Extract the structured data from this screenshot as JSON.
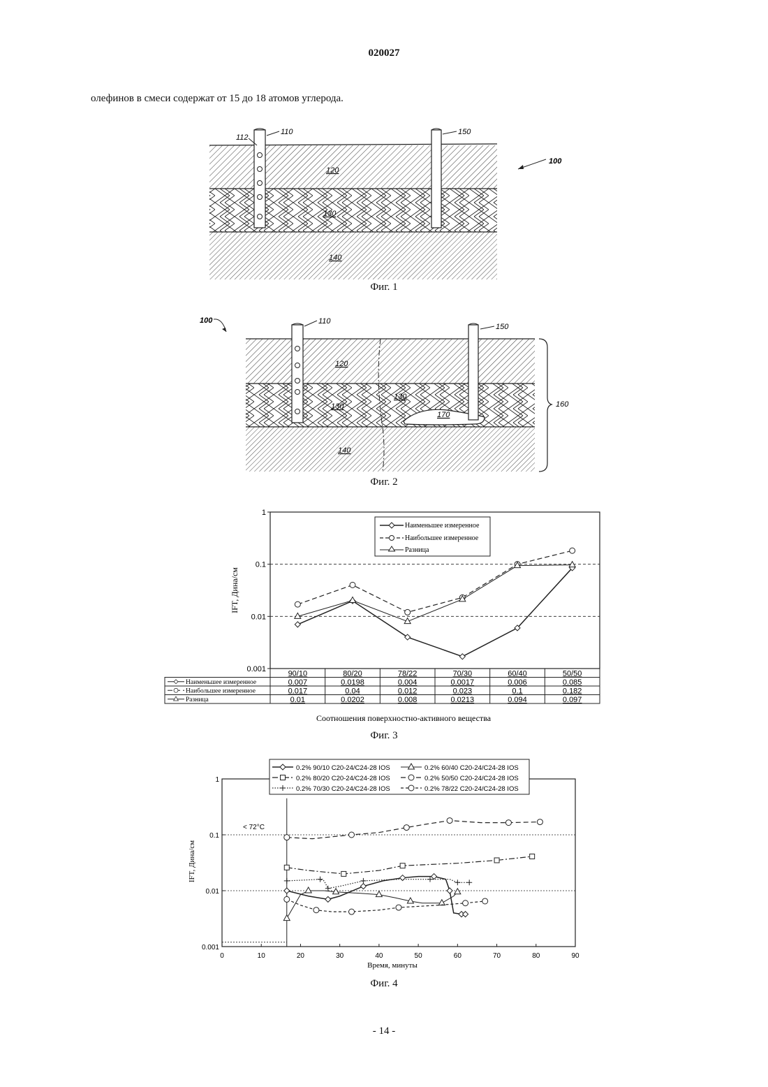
{
  "header": {
    "doc_number": "020027"
  },
  "intro_text": "олефинов в смеси содержат от 15 до 18 атомов углерода.",
  "fig1": {
    "caption": "Фиг. 1",
    "labels": {
      "well_left": "110",
      "perforation": "112",
      "well_right": "150",
      "system": "100",
      "layer_top": "120",
      "layer_mid": "130",
      "layer_bottom": "140"
    }
  },
  "fig2": {
    "caption": "Фиг. 2",
    "labels": {
      "system": "100",
      "well_left": "110",
      "well_right": "150",
      "layer_top": "120",
      "layer_mid_left": "130",
      "layer_mid_right": "130",
      "layer_bottom": "140",
      "bracket": "160",
      "plume": "170"
    }
  },
  "fig3": {
    "caption": "Фиг. 3",
    "chart_data": {
      "type": "line",
      "ylabel": "IFT, Дина/см",
      "xlabel": "Соотношения поверхностно-активного вещества",
      "y_scale": "log",
      "ylim": [
        0.001,
        1
      ],
      "y_ticks": [
        "1",
        "0.1",
        "0.01",
        "0.001"
      ],
      "categories": [
        "90/10",
        "80/20",
        "78/22",
        "70/30",
        "60/40",
        "50/50"
      ],
      "legend_position": "top-center",
      "series": [
        {
          "name": "Наименьшее измеренное",
          "marker": "diamond",
          "style": "solid",
          "values": [
            0.007,
            0.0198,
            0.004,
            0.0017,
            0.006,
            0.085
          ],
          "table_values": [
            "0.007",
            "0.0198",
            "0.004",
            "0.0017",
            "0.006",
            "0.085"
          ]
        },
        {
          "name": "Наибольшее измеренное",
          "marker": "circle",
          "style": "dashed",
          "values": [
            0.017,
            0.04,
            0.012,
            0.023,
            0.1,
            0.182
          ],
          "table_values": [
            "0.017",
            "0.04",
            "0.012",
            "0.023",
            "0.1",
            "0.182"
          ]
        },
        {
          "name": "Разница",
          "marker": "triangle",
          "style": "thin-solid",
          "values": [
            0.01,
            0.0202,
            0.008,
            0.0213,
            0.094,
            0.097
          ],
          "table_values": [
            "0.01",
            "0.0202",
            "0.008",
            "0.0213",
            "0.094",
            "0.097"
          ]
        }
      ],
      "table_series_labels": [
        "Наименьшее измеренное",
        "Наибольшее измеренное",
        "Разница"
      ]
    }
  },
  "fig4": {
    "caption": "Фиг. 4",
    "chart_data": {
      "type": "line",
      "ylabel": "IFT, Дина/см",
      "xlabel": "Время, минуты",
      "y_scale": "log",
      "ylim": [
        0.001,
        1
      ],
      "xlim": [
        0,
        90
      ],
      "x_ticks": [
        "0",
        "10",
        "20",
        "30",
        "40",
        "50",
        "60",
        "70",
        "80",
        "90"
      ],
      "y_ticks": [
        "1",
        "0.1",
        "0.01",
        "0.001"
      ],
      "annotation": "< 72°C",
      "legend_position": "top",
      "series": [
        {
          "name": "0.2% 90/10 C20-24/C24-28 IOS",
          "marker": "diamond",
          "style": "solid",
          "points": [
            [
              16.5,
              0.01
            ],
            [
              22,
              0.008
            ],
            [
              27,
              0.007
            ],
            [
              30,
              0.008
            ],
            [
              36,
              0.012
            ],
            [
              41,
              0.015
            ],
            [
              46,
              0.017
            ],
            [
              50,
              0.018
            ],
            [
              54,
              0.018
            ],
            [
              57,
              0.016
            ],
            [
              58,
              0.01
            ],
            [
              59,
              0.004
            ],
            [
              61,
              0.0038
            ],
            [
              62,
              0.0038
            ]
          ]
        },
        {
          "name": "0.2% 60/40 C20-24/C24-28 IOS",
          "marker": "triangle",
          "style": "thin-solid",
          "points": [
            [
              16.5,
              0.0032
            ],
            [
              20,
              0.0085
            ],
            [
              22,
              0.01
            ],
            [
              26,
              0.01
            ],
            [
              29,
              0.0095
            ],
            [
              35,
              0.009
            ],
            [
              40,
              0.0085
            ],
            [
              44,
              0.0075
            ],
            [
              48,
              0.0065
            ],
            [
              51,
              0.006
            ],
            [
              56,
              0.006
            ],
            [
              59,
              0.008
            ],
            [
              60,
              0.0095
            ]
          ]
        },
        {
          "name": "0.2% 80/20 C20-24/C24-28 IOS",
          "marker": "square",
          "style": "dash-dot",
          "points": [
            [
              16.5,
              0.026
            ],
            [
              22,
              0.023
            ],
            [
              31,
              0.02
            ],
            [
              40,
              0.023
            ],
            [
              46,
              0.028
            ],
            [
              60,
              0.031
            ],
            [
              70,
              0.035
            ],
            [
              79,
              0.041
            ]
          ]
        },
        {
          "name": "0.2% 50/50 C20-24/C24-28 IOS",
          "marker": "circle",
          "style": "dashed",
          "points": [
            [
              16.5,
              0.09
            ],
            [
              23,
              0.085
            ],
            [
              33,
              0.1
            ],
            [
              40,
              0.11
            ],
            [
              47,
              0.135
            ],
            [
              52,
              0.155
            ],
            [
              58,
              0.18
            ],
            [
              66,
              0.165
            ],
            [
              73,
              0.165
            ],
            [
              81,
              0.17
            ]
          ]
        },
        {
          "name": "0.2% 70/30 C20-24/C24-28 IOS",
          "marker": "plus",
          "style": "dotted",
          "points": [
            [
              16.5,
              0.015
            ],
            [
              21,
              0.0155
            ],
            [
              25,
              0.016
            ],
            [
              26,
              0.015
            ],
            [
              27,
              0.011
            ],
            [
              30,
              0.012
            ],
            [
              36,
              0.015
            ],
            [
              45,
              0.016
            ],
            [
              53,
              0.016
            ],
            [
              58,
              0.016
            ],
            [
              60,
              0.014
            ],
            [
              63,
              0.014
            ]
          ]
        },
        {
          "name": "0.2% 78/22 C20-24/C24-28 IOS",
          "marker": "circle",
          "style": "short-dash",
          "points": [
            [
              16.5,
              0.007
            ],
            [
              20,
              0.0055
            ],
            [
              24,
              0.0045
            ],
            [
              28,
              0.0042
            ],
            [
              33,
              0.0042
            ],
            [
              40,
              0.0045
            ],
            [
              45,
              0.005
            ],
            [
              55,
              0.0055
            ],
            [
              62,
              0.006
            ],
            [
              67,
              0.0065
            ]
          ]
        }
      ]
    }
  },
  "footer": {
    "page_number": "- 14 -"
  }
}
